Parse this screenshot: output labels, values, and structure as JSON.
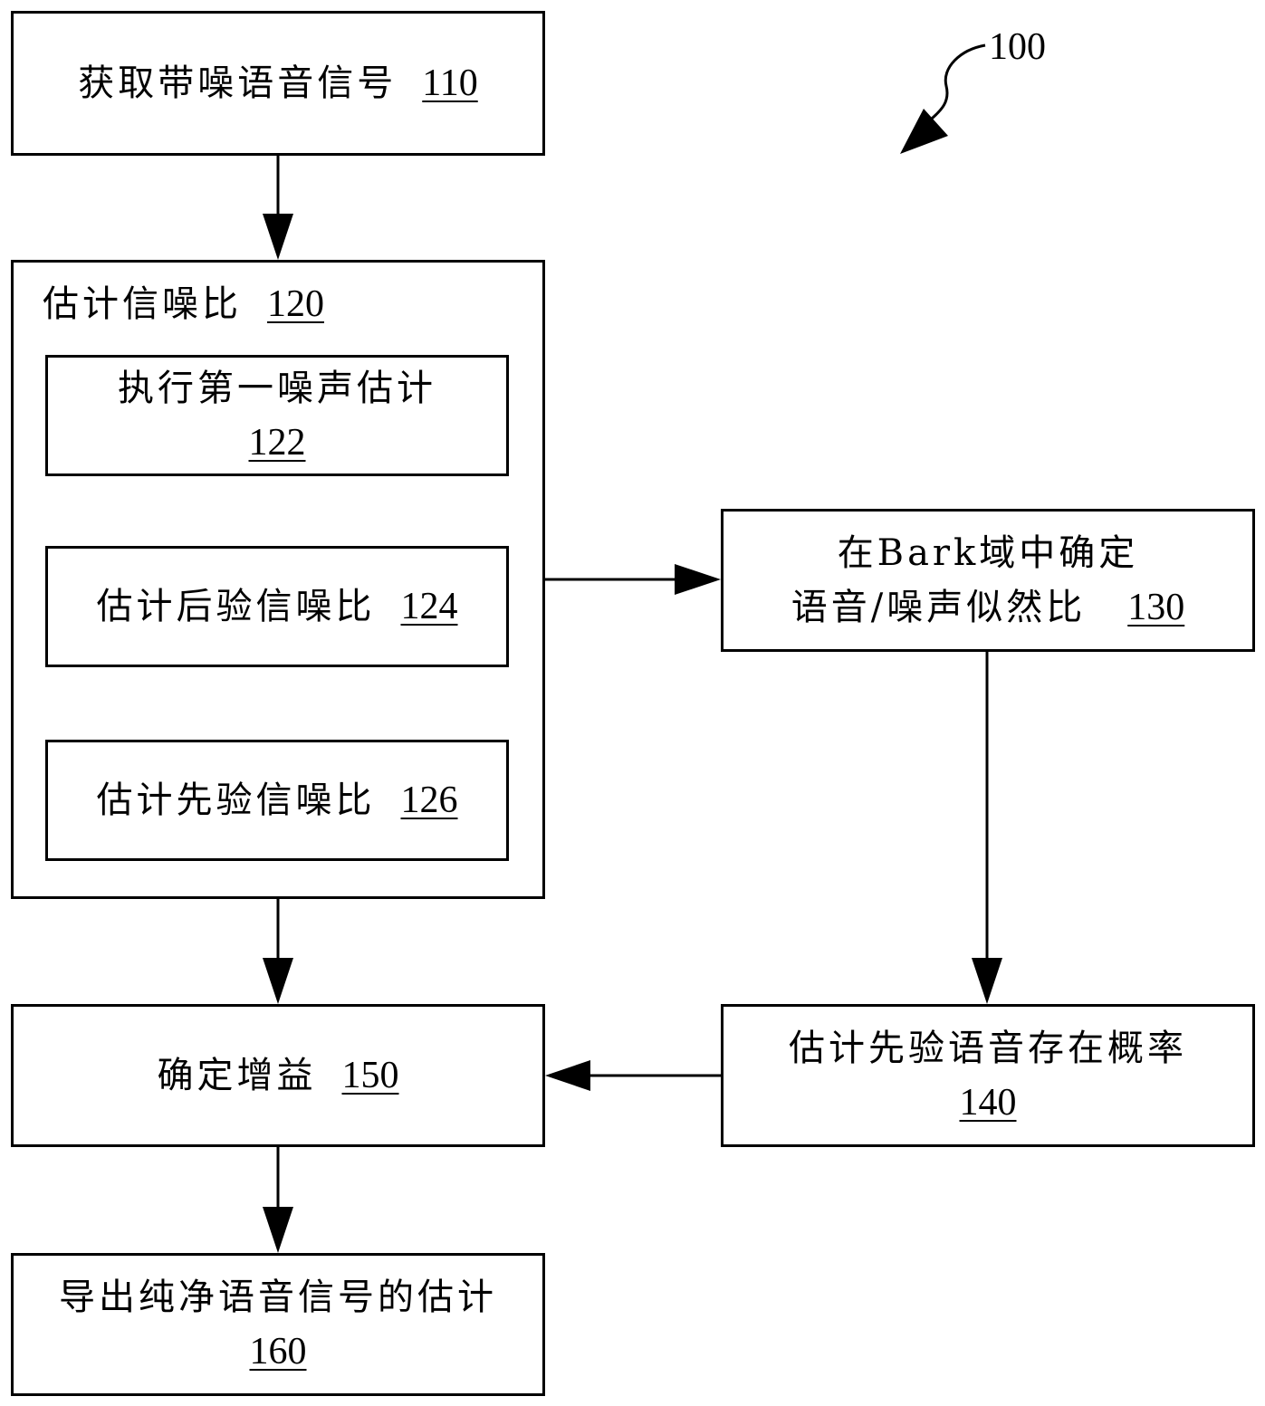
{
  "figure": {
    "ref_number": "100"
  },
  "steps": {
    "s110": {
      "label": "获取带噪语音信号",
      "ref": "110"
    },
    "s120": {
      "label": "估计信噪比",
      "ref": "120"
    },
    "s122": {
      "label": "执行第一噪声估计",
      "ref": "122"
    },
    "s124": {
      "label": "估计后验信噪比",
      "ref": "124"
    },
    "s126": {
      "label": "估计先验信噪比",
      "ref": "126"
    },
    "s130": {
      "label_line1": "在Bark域中确定",
      "label_line2": "语音/噪声似然比",
      "ref": "130"
    },
    "s140": {
      "label": "估计先验语音存在概率",
      "ref": "140"
    },
    "s150": {
      "label": "确定增益",
      "ref": "150"
    },
    "s160": {
      "label": "导出纯净语音信号的估计",
      "ref": "160"
    }
  }
}
